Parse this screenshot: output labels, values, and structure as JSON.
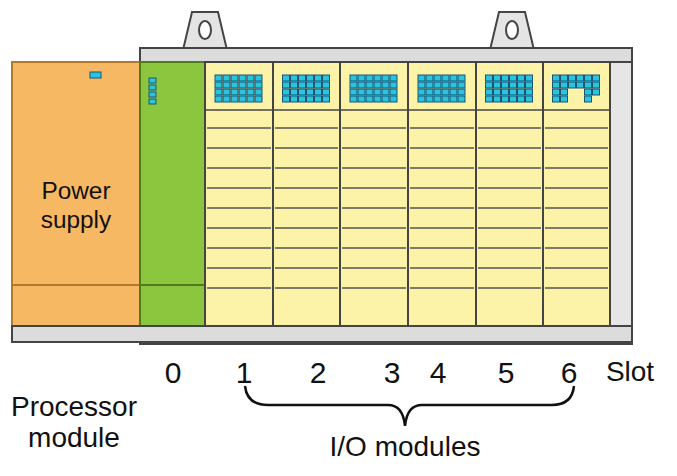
{
  "diagram": {
    "nodes": [
      {
        "text": [
          "Power supply"
        ]
      }
    ],
    "labels": [
      "0",
      "1",
      "2",
      "3",
      "4",
      "5",
      "6",
      "Slot",
      "Processor module",
      "I/O modules"
    ]
  }
}
